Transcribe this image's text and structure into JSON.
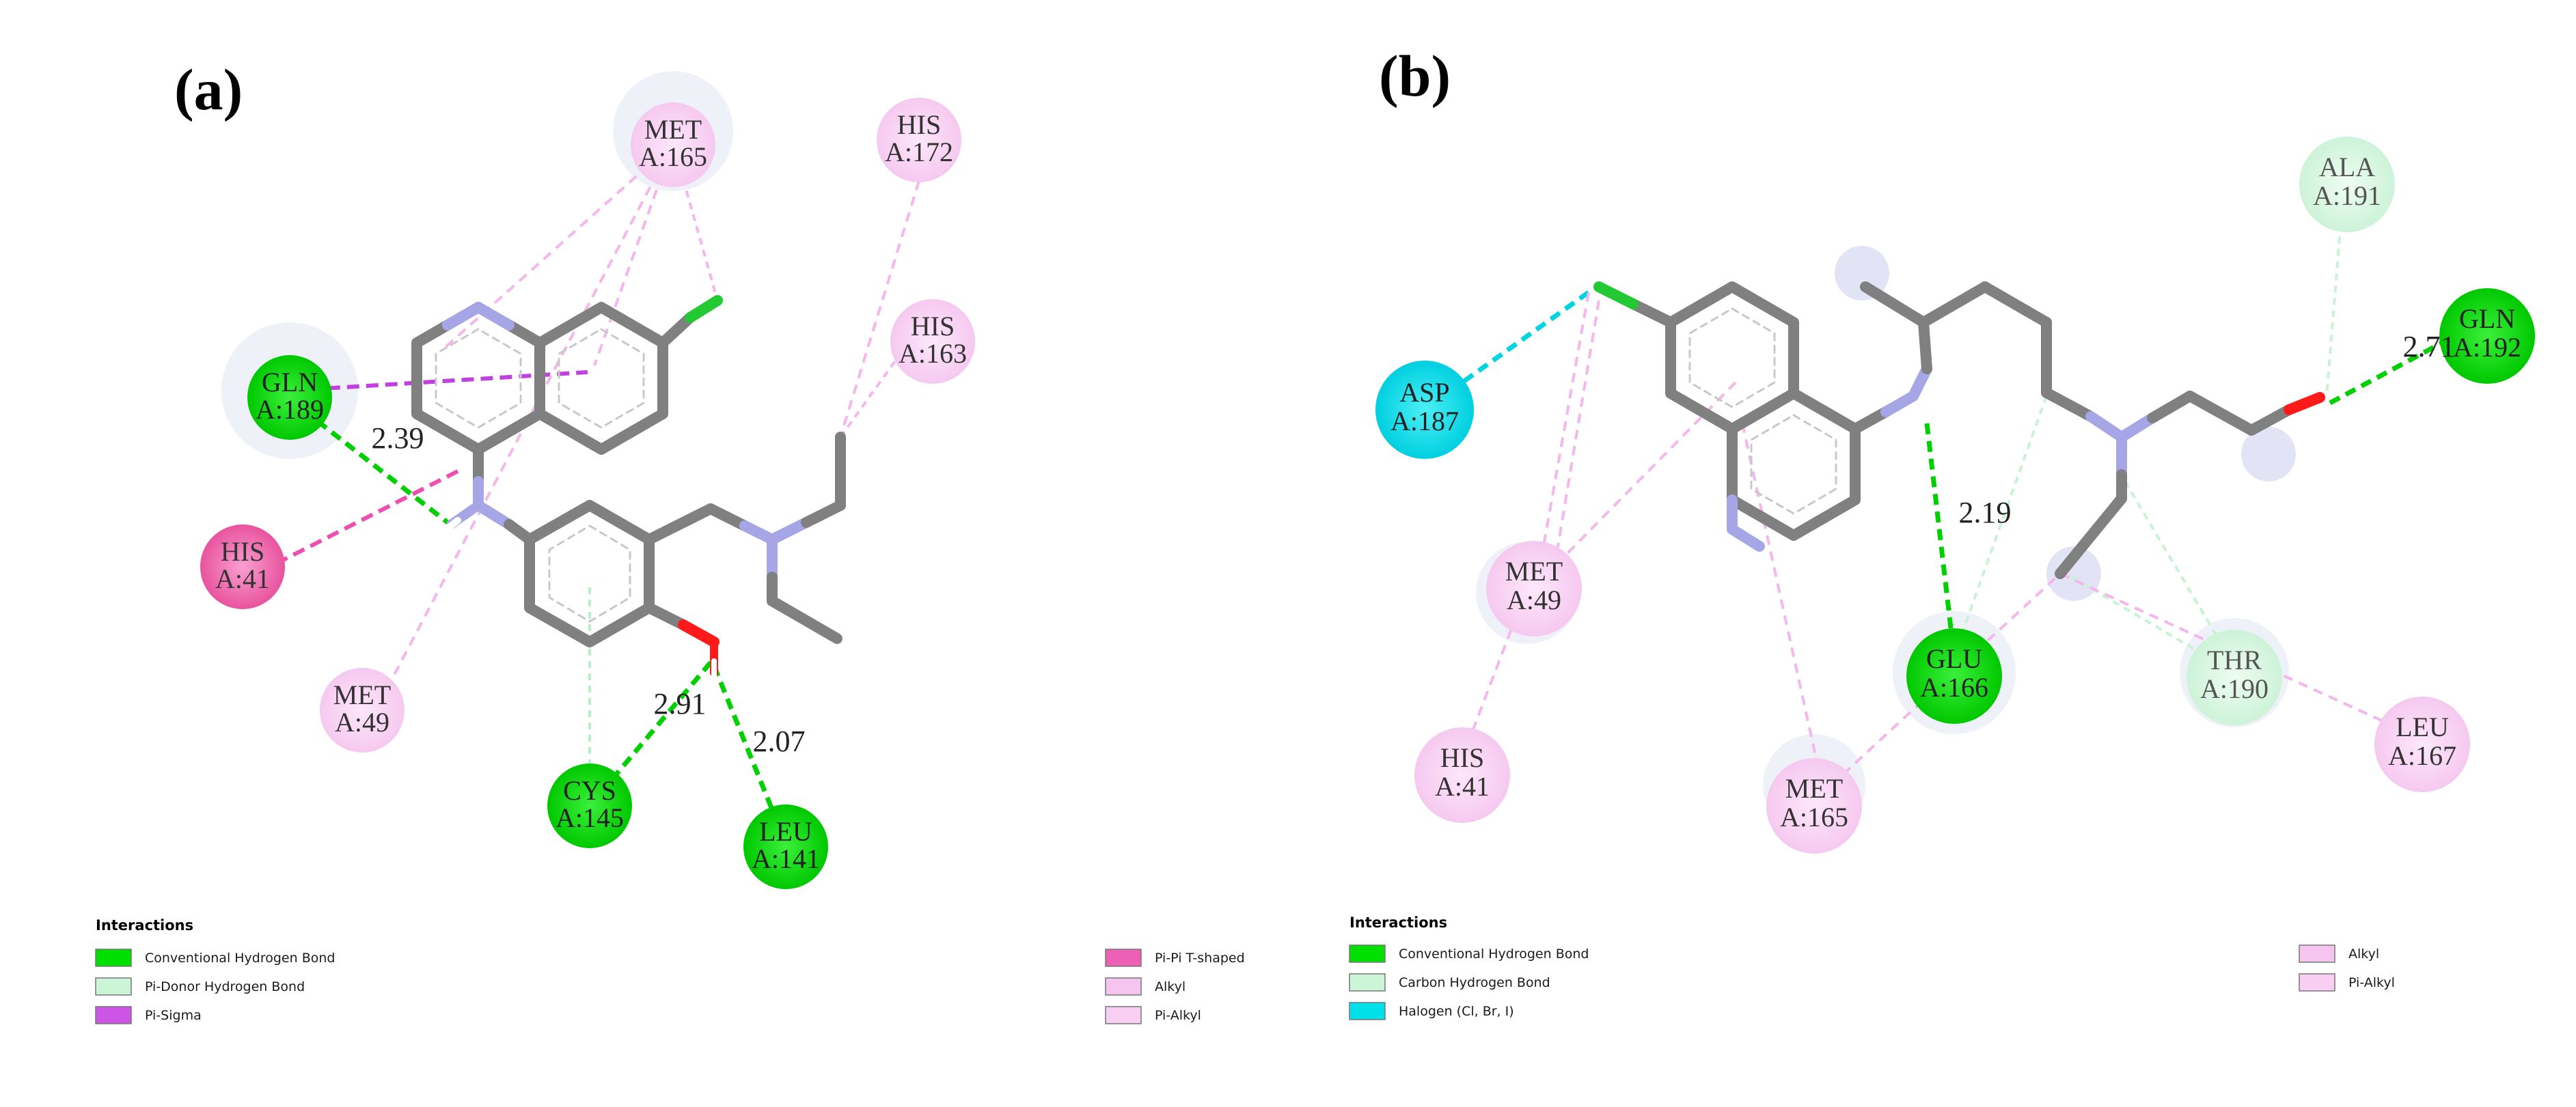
{
  "panels": [
    {
      "id": "a",
      "label": "(a)",
      "residues": [
        {
          "id": "met165",
          "name": "MET",
          "chain": "A:165",
          "type": "pi-alkyl"
        },
        {
          "id": "his172",
          "name": "HIS",
          "chain": "A:172",
          "type": "pi-alkyl"
        },
        {
          "id": "his163",
          "name": "HIS",
          "chain": "A:163",
          "type": "pi-alkyl"
        },
        {
          "id": "gln189",
          "name": "GLN",
          "chain": "A:189",
          "type": "hbond"
        },
        {
          "id": "his41",
          "name": "HIS",
          "chain": "A:41",
          "type": "pipi"
        },
        {
          "id": "met49",
          "name": "MET",
          "chain": "A:49",
          "type": "pi-alkyl"
        },
        {
          "id": "cys145",
          "name": "CYS",
          "chain": "A:145",
          "type": "hbond"
        },
        {
          "id": "leu141",
          "name": "LEU",
          "chain": "A:141",
          "type": "hbond"
        }
      ],
      "distances": [
        {
          "id": "d239",
          "value": "2.39"
        },
        {
          "id": "d291",
          "value": "2.91"
        },
        {
          "id": "d207",
          "value": "2.07"
        }
      ],
      "legend": {
        "title": "Interactions",
        "groups": [
          [
            {
              "label": "Conventional Hydrogen Bond",
              "color": "#00e000"
            },
            {
              "label": "Pi-Donor Hydrogen Bond",
              "color": "#ccf5d8"
            },
            {
              "label": "Pi-Sigma",
              "color": "#cc55e6"
            }
          ],
          [
            {
              "label": "Pi-Pi T-shaped",
              "color": "#ee5fb6"
            },
            {
              "label": "Alkyl",
              "color": "#f5c5ef"
            },
            {
              "label": "Pi-Alkyl",
              "color": "#f8cff2"
            }
          ]
        ]
      }
    },
    {
      "id": "b",
      "label": "(b)",
      "residues": [
        {
          "id": "ala191",
          "name": "ALA",
          "chain": "A:191",
          "type": "carbon-hbond"
        },
        {
          "id": "gln192",
          "name": "GLN",
          "chain": "A:192",
          "type": "hbond"
        },
        {
          "id": "asp187",
          "name": "ASP",
          "chain": "A:187",
          "type": "halogen"
        },
        {
          "id": "met49",
          "name": "MET",
          "chain": "A:49",
          "type": "pi-alkyl"
        },
        {
          "id": "his41",
          "name": "HIS",
          "chain": "A:41",
          "type": "pi-alkyl"
        },
        {
          "id": "glu166",
          "name": "GLU",
          "chain": "A:166",
          "type": "hbond"
        },
        {
          "id": "met165",
          "name": "MET",
          "chain": "A:165",
          "type": "pi-alkyl"
        },
        {
          "id": "thr190",
          "name": "THR",
          "chain": "A:190",
          "type": "carbon-hbond"
        },
        {
          "id": "leu167",
          "name": "LEU",
          "chain": "A:167",
          "type": "pi-alkyl"
        }
      ],
      "distances": [
        {
          "id": "d219",
          "value": "2.19"
        },
        {
          "id": "d271",
          "value": "2.71"
        }
      ],
      "legend": {
        "title": "Interactions",
        "groups": [
          [
            {
              "label": "Conventional Hydrogen Bond",
              "color": "#00e000"
            },
            {
              "label": "Carbon Hydrogen Bond",
              "color": "#ccf5d8"
            },
            {
              "label": "Halogen (Cl, Br, I)",
              "color": "#00e0e8"
            }
          ],
          [
            {
              "label": "Alkyl",
              "color": "#f5c5ef"
            },
            {
              "label": "Pi-Alkyl",
              "color": "#f8cff2"
            }
          ]
        ]
      }
    }
  ],
  "colors": {
    "carbon": "#808080",
    "nitrogen": "#a6a6e6",
    "oxygen": "#ff1a1a",
    "chlorine": "#22c933",
    "hydrogen": "#ffffff",
    "hbond": "#00d000",
    "weak_hbond": "#b8f0c8",
    "pi_alkyl": "#f4b6ec",
    "pipi": "#ec4fb0",
    "pi_sigma": "#c040e0",
    "halogen": "#00d4e0"
  }
}
